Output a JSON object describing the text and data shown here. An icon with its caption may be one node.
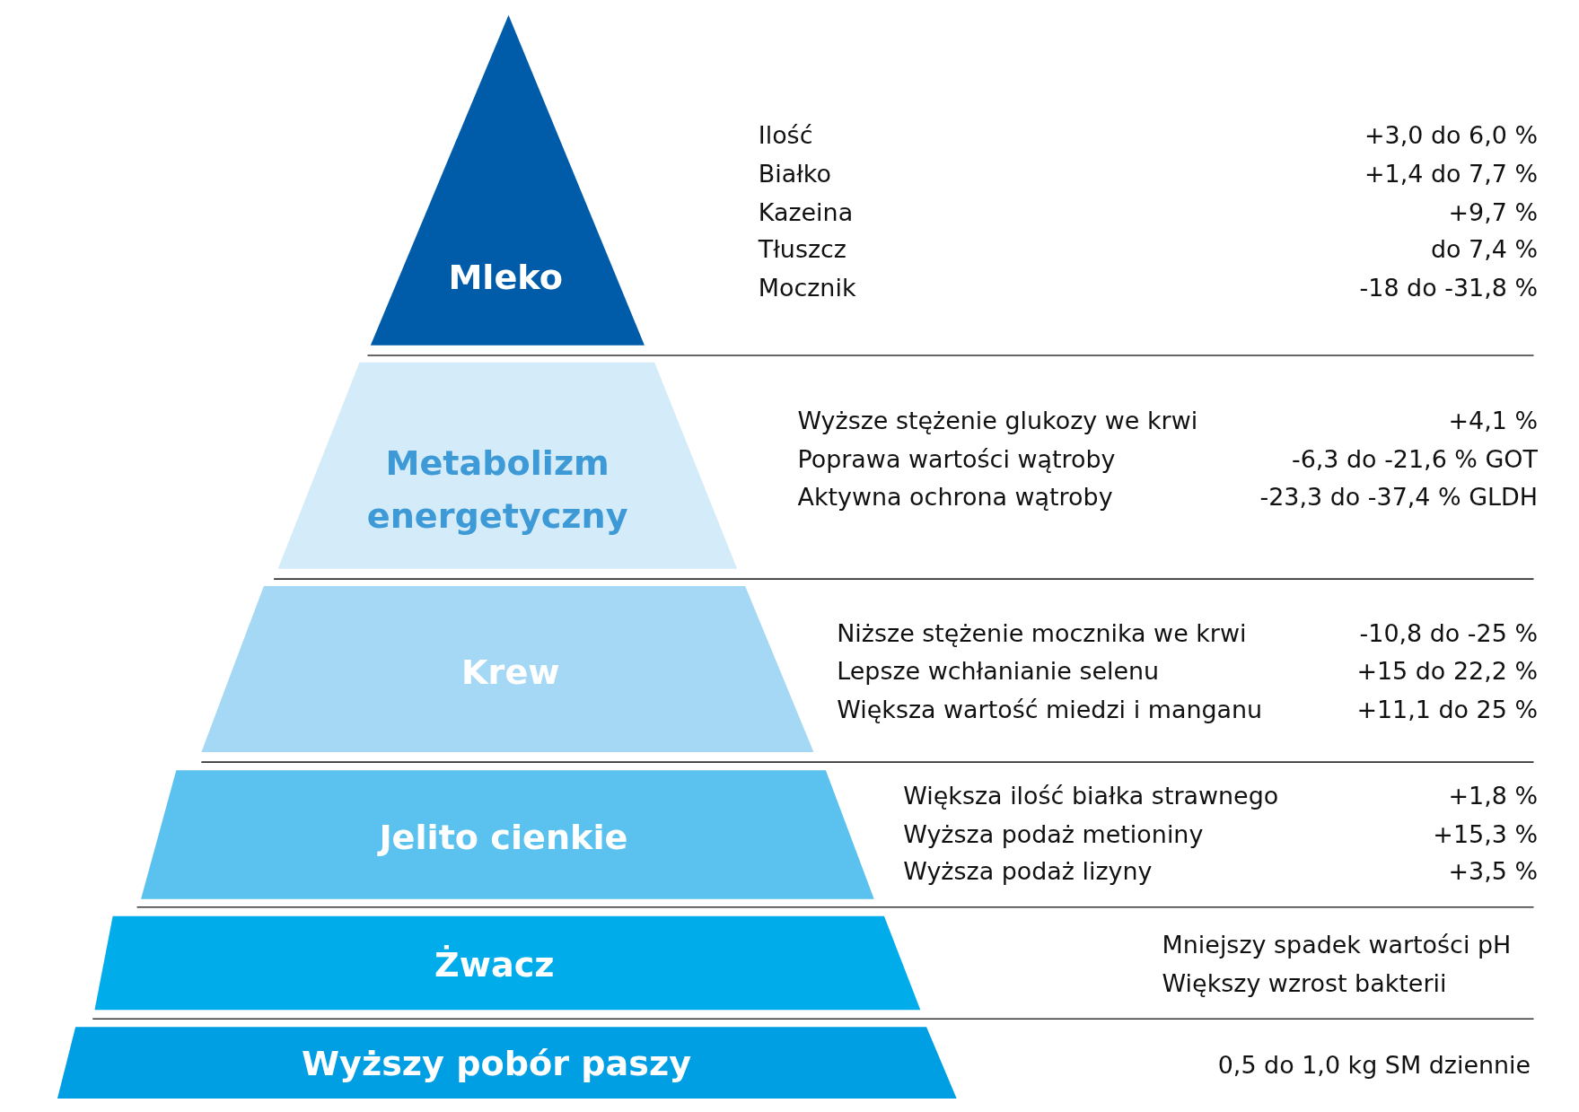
{
  "diagram": {
    "nodes": [
      {
        "text": [
          "Mleko"
        ],
        "beside": [
          "Ilość",
          "+3,0 do 6,0 %",
          "Białko",
          "+1,4 do 7,7 %",
          "Kazeina",
          "+9,7 %",
          "Tłuszcz",
          "do 7,4 %",
          "Mocznik",
          "-18 do -31,8 %"
        ]
      },
      {
        "text": [
          "Metabolizm energetyczny"
        ],
        "beside": [
          "Wyższe stężenie glukozy we krwi",
          "+4,1 %",
          "Poprawa wartości wątroby",
          "-6,3 do -21,6 % GOT",
          "Aktywna ochrona wątroby",
          "-23,3 do -37,4 % GLDH"
        ]
      },
      {
        "text": [
          "Krew"
        ],
        "beside": [
          "Niższe stężenie mocznika we krwi",
          "-10,8 do -25 %",
          "Lepsze wchłanianie selenu",
          "+15 do 22,2 %",
          "Większa wartość miedzi i manganu",
          "+11,1 do 25 %"
        ]
      },
      {
        "text": [
          "Jelito cienkie"
        ],
        "beside": [
          "Większa ilość białka strawnego",
          "+1,8 %",
          "Wyższa podaż metioniny",
          "+15,3 %",
          "Wyższa podaż lizyny",
          "+3,5 %"
        ]
      },
      {
        "text": [
          "Żwacz"
        ],
        "beside": [
          "Mniejszy spadek wartości pH",
          "Większy wzrost bakterii"
        ]
      },
      {
        "text": [
          "Wyższy pobór paszy"
        ]
      }
    ],
    "labels": [
      "0,5 do 1,0 kg SM dziennie"
    ]
  }
}
